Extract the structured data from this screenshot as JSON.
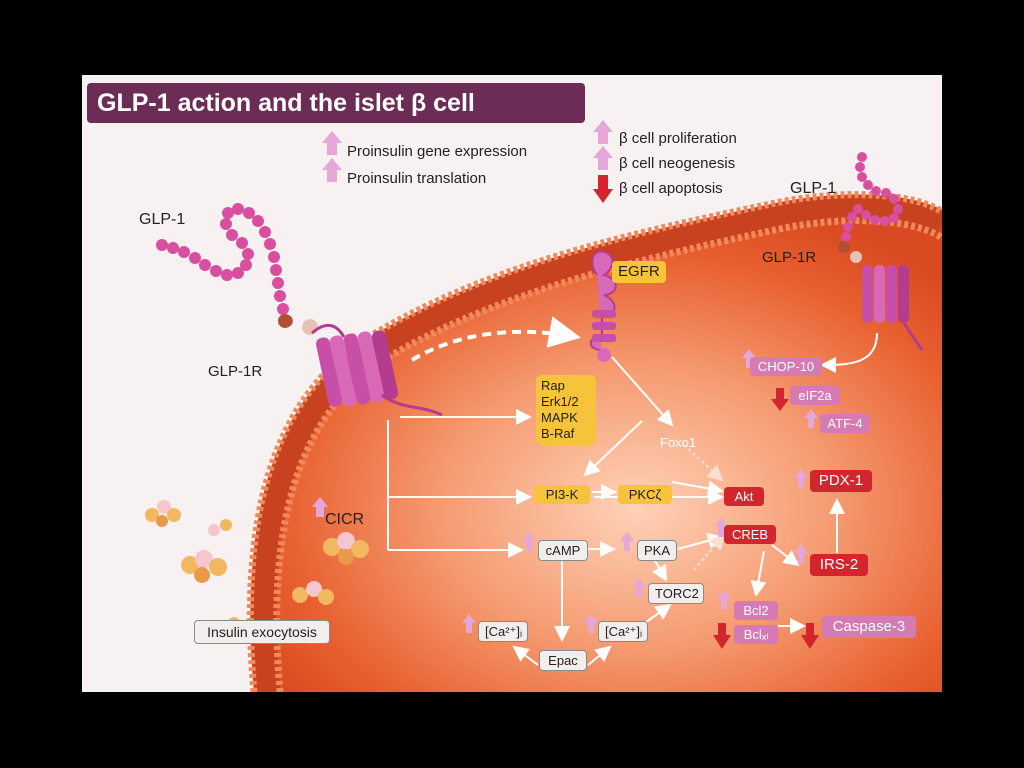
{
  "title": "GLP-1 action and the islet β cell",
  "top_effects": {
    "proinsulin_gene": "Proinsulin gene expression",
    "proinsulin_translation": "Proinsulin translation",
    "proliferation": "β cell proliferation",
    "neogenesis": "β cell neogenesis",
    "apoptosis": "β cell apoptosis"
  },
  "ligands": {
    "glp1_left": "GLP-1",
    "glp1_right": "GLP-1"
  },
  "receptors": {
    "glp1r_left": "GLP-1R",
    "glp1r_right": "GLP-1R",
    "egfr": "EGFR"
  },
  "pathway": {
    "kinase_list": [
      "Rap",
      "Erk1/2",
      "MAPK",
      "B-Raf"
    ],
    "foxo1": "Foxo1",
    "pi3k": "PI3-K",
    "pkcz": "PKCζ",
    "akt": "Akt",
    "camp": "cAMP",
    "pka": "PKA",
    "creb": "CREB",
    "torc2": "TORC2",
    "epac": "Epac",
    "ca_left": "[Ca²⁺]ᵢ",
    "ca_right": "[Ca²⁺]ᵢ",
    "cicr": "CICR",
    "insulin_exocytosis": "Insulin exocytosis"
  },
  "er_stress": {
    "chop10": "CHOP-10",
    "eif2a": "eIF2a",
    "atf4": "ATF-4"
  },
  "nuclear": {
    "pdx1": "PDX-1",
    "irs2": "IRS-2",
    "bcl2": "Bcl2",
    "bclxl": "Bclₓₗ",
    "caspase3": "Caspase-3"
  },
  "colors": {
    "title_bg": "#6b2d55",
    "cell": "#e85a2c",
    "membrane": "#d3462a",
    "receptor": "#c84fa8",
    "yellow_box": "#f6c33a",
    "red_box": "#d3252d",
    "up_arrow": "#e6a6d8",
    "down_arrow": "#d3252d"
  }
}
